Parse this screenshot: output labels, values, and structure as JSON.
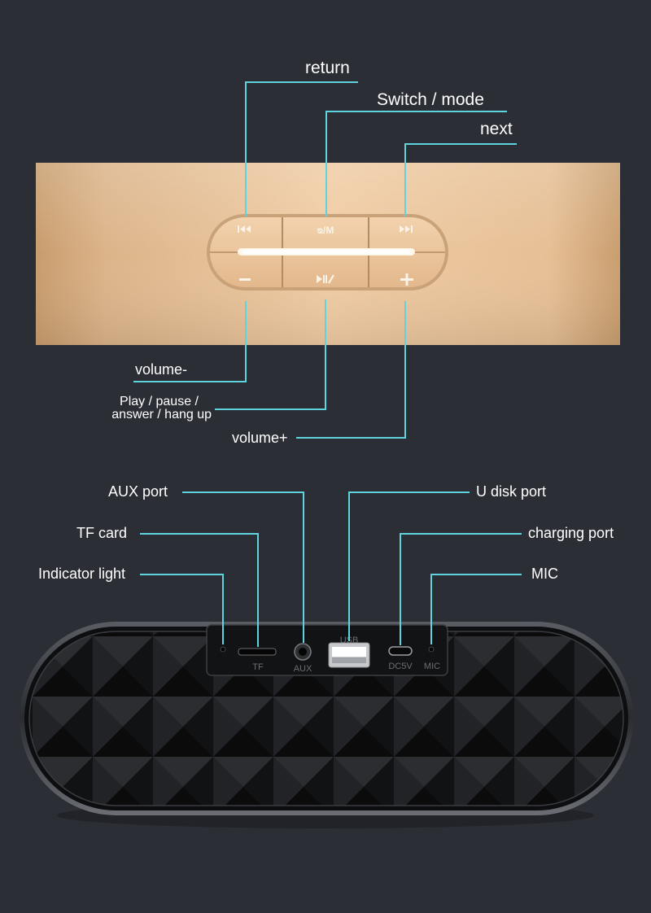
{
  "buttons": {
    "return_label": "return",
    "mode_label": "Switch / mode",
    "next_label": "next",
    "volume_down_label": "volume-",
    "play_pause_line1": "Play / pause /",
    "play_pause_line2": "answer / hang up",
    "volume_up_label": "volume+",
    "mode_button_text": "ᴓ/M"
  },
  "ports": {
    "aux_label": "AUX port",
    "tf_label": "TF card",
    "indicator_label": "Indicator light",
    "udisk_label": "U disk port",
    "charging_label": "charging port",
    "mic_label": "MIC",
    "tf_print": "TF",
    "aux_print": "AUX",
    "usb_print": "USB",
    "dc_print": "DC5V",
    "mic_print": "MIC"
  },
  "colors": {
    "background": "#2b2e35",
    "leader_line": "#5fd3de",
    "gold_panel": "#e2b98f",
    "speaker_body": "#161718"
  }
}
